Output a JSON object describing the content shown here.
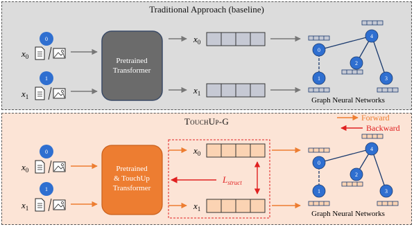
{
  "top_panel": {
    "title": "Traditional Approach (baseline)",
    "model_label_line1": "Pretrained",
    "model_label_line2": "Transformer",
    "inputs": [
      {
        "node_id": "0",
        "var": "x",
        "sub": "0"
      },
      {
        "node_id": "1",
        "var": "x",
        "sub": "1"
      }
    ],
    "gnn_label": "Graph Neural Networks",
    "graph_nodes": [
      "0",
      "1",
      "2",
      "3",
      "4"
    ]
  },
  "bottom_panel": {
    "title": "TouchUp-G",
    "model_label_line1": "Pretrained",
    "model_label_line2": "& TouchUp",
    "model_label_line3": "Transformer",
    "inputs": [
      {
        "node_id": "0",
        "var": "x",
        "sub": "0"
      },
      {
        "node_id": "1",
        "var": "x",
        "sub": "1"
      }
    ],
    "loss_var": "L",
    "loss_sub": "struct",
    "legend": [
      {
        "label": "Forward",
        "color": "#ed7d31"
      },
      {
        "label": "Backward",
        "color": "#e02020"
      }
    ],
    "gnn_label": "Graph Neural Networks",
    "graph_nodes": [
      "0",
      "1",
      "2",
      "3",
      "4"
    ]
  },
  "colors": {
    "node_blue": "#2f6fd0",
    "model_gray": "#6b6b6b",
    "model_orange": "#ed7d31",
    "embed_gray": "#c6c9d4",
    "embed_orange": "#fbd3b3",
    "arrow_gray": "#777777",
    "arrow_orange": "#ed7d31",
    "arrow_red": "#e02020"
  }
}
